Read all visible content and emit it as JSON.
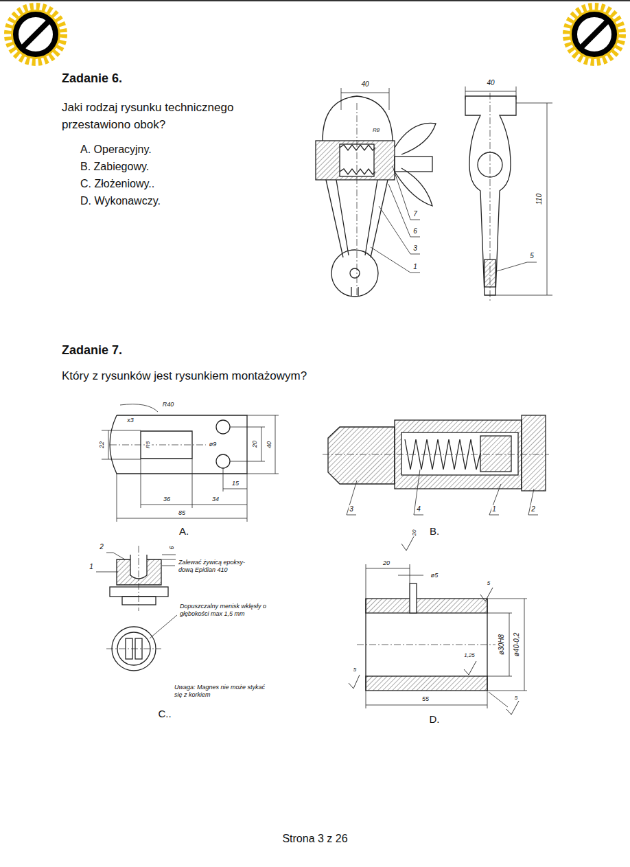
{
  "diagram": {
    "labels": [
      "Zadanie 6.",
      "Jaki rodzaj rysunku technicznego przestawiono obok?",
      "A. Operacyjny.",
      "B. Zabiegowy.",
      "C. Złożeniowy..",
      "D. Wykonawczy.",
      "40",
      "R8",
      "7",
      "6",
      "3",
      "1",
      "40",
      "110",
      "5",
      "Zadanie 7.",
      "Który z rysunków jest rysunkiem montażowym?",
      "x3",
      "R40",
      "R5",
      "ø9",
      "22",
      "20",
      "40",
      "36",
      "34",
      "15",
      "85",
      "A.",
      "3",
      "4",
      "1",
      "2",
      "B.",
      "2",
      "6",
      "1",
      "Zalewać żywicą epoksy- dową Epidian 410",
      "Dopuszczalny menisk wklęsły o głębokości max 1,5 mm",
      "Uwaga: Magnes nie może stykać się z korkiem",
      "C..",
      "20",
      "20",
      "ø5",
      "5",
      "ø30H8",
      "ø40-0,2",
      "1,25",
      "5",
      "55",
      "5",
      "D.",
      "Strona 3 z 26"
    ]
  }
}
